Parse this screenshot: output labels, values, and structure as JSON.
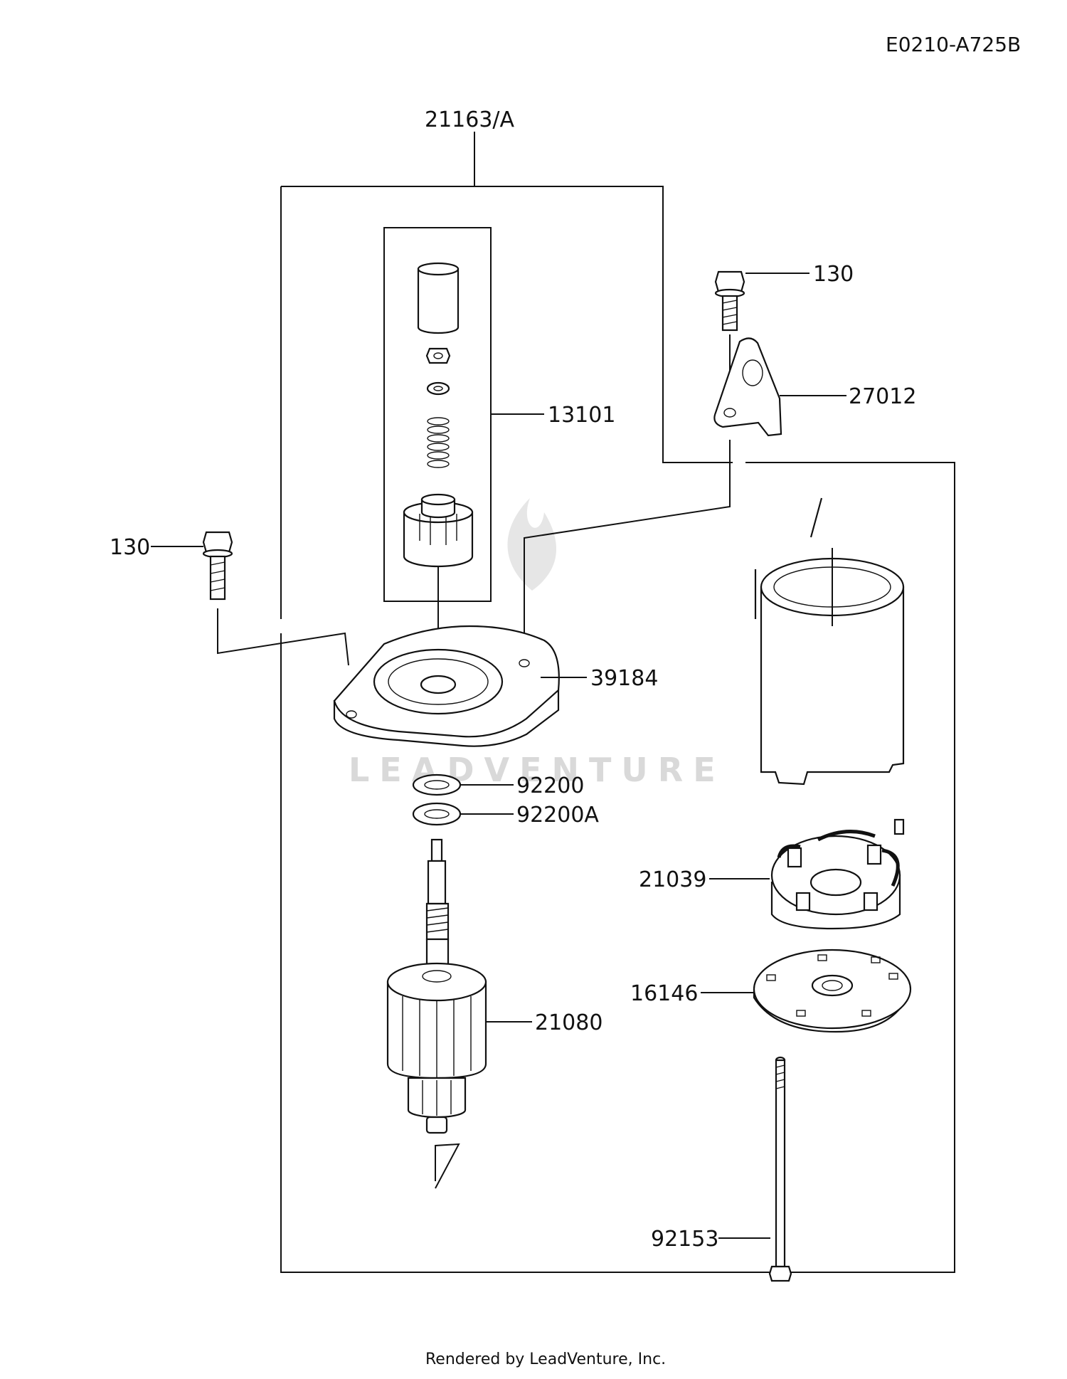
{
  "diagram_code": "E0210-A725B",
  "footer": "Rendered by LeadVenture, Inc.",
  "watermark": "LEADVENTURE",
  "labels": {
    "starter_assembly": "21163/A",
    "bolt_top": "130",
    "bracket": "27012",
    "pinion_kit": "13101",
    "bolt_left": "130",
    "front_housing": "39184",
    "washer": "92200",
    "washer_a": "92200A",
    "brush_holder": "21039",
    "end_plate": "16146",
    "armature": "21080",
    "through_bolt": "92153"
  }
}
